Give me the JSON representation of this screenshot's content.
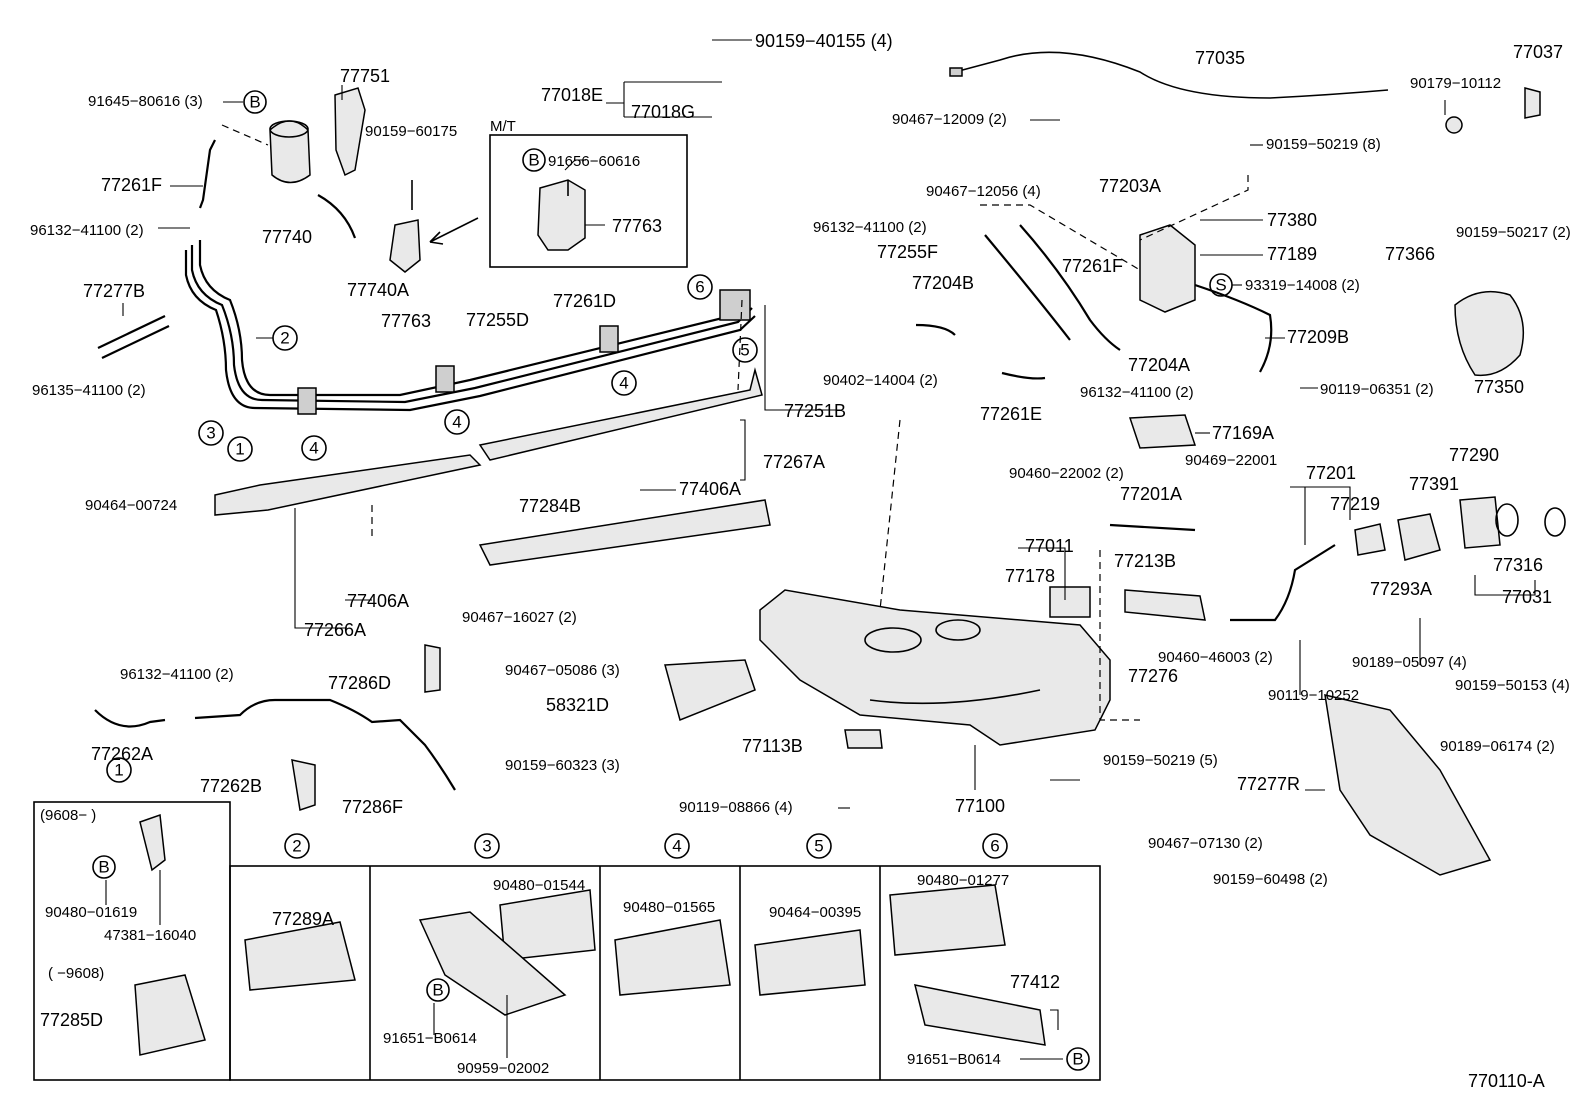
{
  "diagram_code": "770110-A",
  "mt_label": "M/T",
  "callouts": [
    "1",
    "2",
    "3",
    "4",
    "5",
    "6",
    "B",
    "S"
  ],
  "labels": {
    "l_90159_40155": "90159−40155 (4)",
    "l_77018E": "77018E",
    "l_77018G": "77018G",
    "l_77751": "77751",
    "l_91645_80616": "91645−80616 (3)",
    "l_90159_60175": "90159−60175",
    "l_91656_60616": "91656−60616",
    "l_77763_mt": "77763",
    "l_77261F_left": "77261F",
    "l_77740": "77740",
    "l_96132_41100_a": "96132−41100 (2)",
    "l_77740A": "77740A",
    "l_77763": "77763",
    "l_77277B": "77277B",
    "l_77255D": "77255D",
    "l_77261D": "77261D",
    "l_96135_41100": "96135−41100 (2)",
    "l_90464_00724": "90464−00724",
    "l_77035": "77035",
    "l_77037": "77037",
    "l_90179_10112": "90179−10112",
    "l_90467_12009": "90467−12009 (2)",
    "l_90159_50219_8": "90159−50219 (8)",
    "l_90467_12056": "90467−12056 (4)",
    "l_77203A": "77203A",
    "l_96132_41100_b": "96132−41100 (2)",
    "l_77380": "77380",
    "l_90159_50217": "90159−50217 (2)",
    "l_77255F": "77255F",
    "l_77261F_right": "77261F",
    "l_77189": "77189",
    "l_77366": "77366",
    "l_77204B": "77204B",
    "l_93319_14008": "93319−14008 (2)",
    "l_77209B": "77209B",
    "l_77204A": "77204A",
    "l_90402_14004": "90402−14004 (2)",
    "l_96132_41100_c": "96132−41100 (2)",
    "l_90119_06351": "90119−06351 (2)",
    "l_77350": "77350",
    "l_77251B": "77251B",
    "l_77261E": "77261E",
    "l_77169A": "77169A",
    "l_77267A": "77267A",
    "l_77406A_top": "77406A",
    "l_90460_22002": "90460−22002 (2)",
    "l_90469_22001": "90469−22001",
    "l_77290": "77290",
    "l_77201": "77201",
    "l_77391": "77391",
    "l_77201A": "77201A",
    "l_77219": "77219",
    "l_77284B": "77284B",
    "l_77011": "77011",
    "l_77213B": "77213B",
    "l_77178": "77178",
    "l_77316": "77316",
    "l_77293A": "77293A",
    "l_77031": "77031",
    "l_77406A_bot": "77406A",
    "l_90467_16027": "90467−16027 (2)",
    "l_77266A": "77266A",
    "l_90460_46003": "90460−46003 (2)",
    "l_90189_05097": "90189−05097 (4)",
    "l_90159_50153": "90159−50153 (4)",
    "l_77276": "77276",
    "l_96132_41100_d": "96132−41100 (2)",
    "l_77286D": "77286D",
    "l_90467_05086": "90467−05086 (3)",
    "l_90119_10252": "90119−10252",
    "l_58321D": "58321D",
    "l_77262A": "77262A",
    "l_90159_60323": "90159−60323 (3)",
    "l_77113B": "77113B",
    "l_90159_50219_5": "90159−50219 (5)",
    "l_90189_06174": "90189−06174 (2)",
    "l_77262B": "77262B",
    "l_77286F": "77286F",
    "l_90119_08866": "90119−08866 (4)",
    "l_77100": "77100",
    "l_77277R": "77277R",
    "l_90467_07130": "90467−07130 (2)",
    "l_90159_60498": "90159−60498 (2)",
    "l_9608_a": "(9608−       )",
    "l_90480_01619": "90480−01619",
    "l_47381_16040": "47381−16040",
    "l_9608_b": "(        −9608)",
    "l_77285D": "77285D",
    "l_77289A": "77289A",
    "l_90480_01544": "90480−01544",
    "l_91651_B0614_a": "91651−B0614",
    "l_90959_02002": "90959−02002",
    "l_90480_01565": "90480−01565",
    "l_90464_00395": "90464−00395",
    "l_90480_01277": "90480−01277",
    "l_77412": "77412",
    "l_91651_B0614_b": "91651−B0614"
  }
}
